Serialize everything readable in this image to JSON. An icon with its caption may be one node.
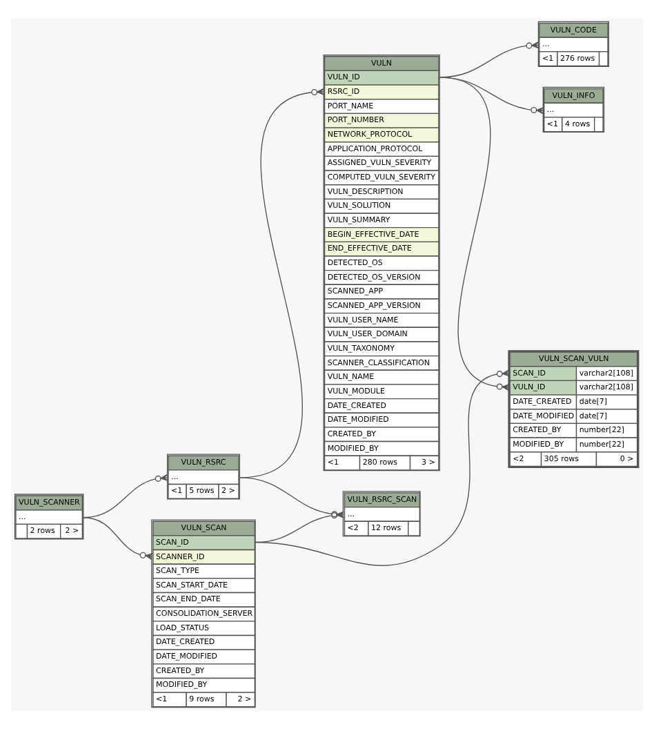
{
  "diagram": {
    "nodes": [
      {
        "text": [
          "VULN_INFO",
          "...",
          "<1",
          "4 rows"
        ]
      },
      {
        "text": [
          "VULN",
          "VULN_ID",
          "RSRC_ID",
          "PORT_NAME",
          "PORT_NUMBER",
          "NETWORK_PROTOCOL",
          "APPLICATION_PROTOCOL",
          "ASSIGNED_VULN_SEVERITY",
          "COMPUTED_VULN_SEVERITY",
          "VULN_DESCRIPTION",
          "VULN_SOLUTION",
          "VULN_SUMMARY",
          "BEGIN_EFFECTIVE_DATE",
          "END_EFFECTIVE_DATE",
          "DETECTED_OS",
          "DETECTED_OS_VERSION",
          "SCANNED_APP",
          "SCANNED_APP_VERSION",
          "VULN_USER_NAME",
          "VULN_USER_DOMAIN",
          "VULN_TAXONOMY",
          "SCANNER_CLASSIFICATION",
          "VULN_NAME",
          "VULN_MODULE",
          "DATE_CREATED",
          "DATE_MODIFIED",
          "CREATED_BY",
          "MODIFIED_BY",
          "<1",
          "280 rows",
          "3 >"
        ]
      },
      {
        "text": [
          "VULN_CODE",
          "...",
          "<1",
          "276 rows"
        ]
      },
      {
        "text": [
          "VULN_SCAN_VULN",
          "SCAN_ID",
          "varchar2[108]",
          "VULN_ID",
          "varchar2[108]",
          "DATE_CREATED",
          "date[7]",
          "DATE_MODIFIED",
          "date[7]",
          "CREATED_BY",
          "number[22]",
          "MODIFIED_BY",
          "number[22]",
          "<2",
          "305 rows",
          "0 >"
        ]
      },
      {
        "text": [
          "VULN_RSRC",
          "...",
          "<1",
          "5 rows",
          "2 >"
        ]
      },
      {
        "text": [
          "VULN_SCANNER",
          "...",
          "2 rows",
          "2 >"
        ]
      },
      {
        "text": [
          "VULN_RSRC_SCAN",
          "...",
          "<2",
          "12 rows"
        ]
      },
      {
        "text": [
          "VULN_SCAN",
          "SCAN_ID",
          "SCANNER_ID",
          "SCAN_TYPE",
          "SCAN_START_DATE",
          "SCAN_END_DATE",
          "CONSOLIDATION_SERVER",
          "LOAD_STATUS",
          "DATE_CREATED",
          "DATE_MODIFIED",
          "CREATED_BY",
          "MODIFIED_BY",
          "<1",
          "9 rows",
          "2 >"
        ]
      }
    ],
    "edges": [
      {
        "from": 1,
        "to": 0,
        "arrow": "other"
      },
      {
        "from": 1,
        "to": 2,
        "arrow": "other"
      },
      {
        "from": 1,
        "to": 3,
        "arrow": "other"
      },
      {
        "from": 7,
        "to": 3,
        "arrow": "other"
      },
      {
        "from": 4,
        "to": 1,
        "arrow": "other"
      },
      {
        "from": 4,
        "to": 6,
        "arrow": "other"
      },
      {
        "from": 7,
        "to": 6,
        "arrow": "other"
      },
      {
        "from": 5,
        "to": 4,
        "arrow": "other"
      },
      {
        "from": 5,
        "to": 7,
        "arrow": "other"
      }
    ]
  }
}
